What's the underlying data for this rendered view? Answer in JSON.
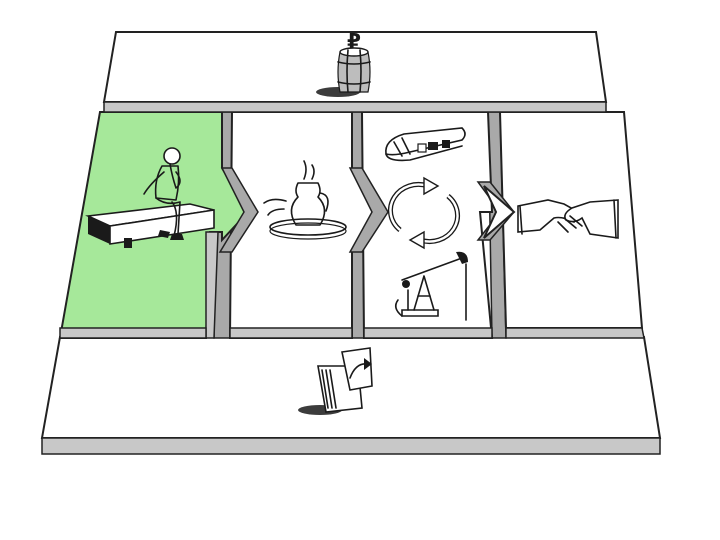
{
  "diagram": {
    "colors": {
      "highlight_block": "#a6e89a",
      "slab_side": "#c8c8c8",
      "outline": "#222222",
      "background": "#ffffff"
    },
    "blocks": [
      {
        "id": "top-slab",
        "icon": "money-barrel-icon",
        "symbol": "₽"
      },
      {
        "id": "left-block",
        "icon": "thinking-person-icon",
        "highlighted": true
      },
      {
        "id": "center-left-block",
        "icon": "pottery-jug-icon"
      },
      {
        "id": "center-block",
        "icons": [
          "production-line-icon",
          "cycle-arrows-icon",
          "oil-pump-icon"
        ]
      },
      {
        "id": "right-block",
        "icon": "handshake-icon"
      },
      {
        "id": "bottom-slab",
        "icon": "document-folder-icon"
      }
    ]
  }
}
